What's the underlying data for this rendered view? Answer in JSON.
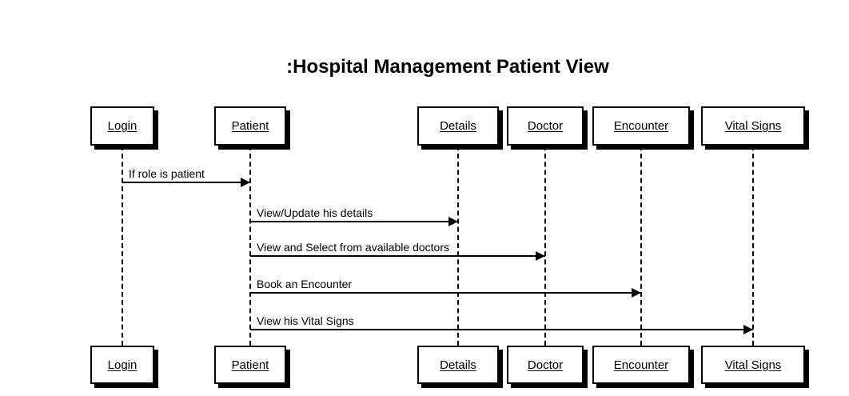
{
  "diagram": {
    "title": ":Hospital Management Patient View",
    "actors": [
      {
        "id": "login",
        "label": "Login"
      },
      {
        "id": "patient",
        "label": "Patient"
      },
      {
        "id": "details",
        "label": "Details"
      },
      {
        "id": "doctor",
        "label": "Doctor"
      },
      {
        "id": "encounter",
        "label": "Encounter"
      },
      {
        "id": "vital-signs",
        "label": "Vital Signs"
      }
    ],
    "messages": [
      {
        "label": "If role is patient",
        "from": "Login",
        "to": "Patient"
      },
      {
        "label": "View/Update his details",
        "from": "Patient",
        "to": "Details"
      },
      {
        "label": "View and Select from available doctors",
        "from": "Patient",
        "to": "Doctor"
      },
      {
        "label": "Book an Encounter",
        "from": "Patient",
        "to": "Encounter"
      },
      {
        "label": "View his Vital Signs",
        "from": "Patient",
        "to": "Vital Signs"
      }
    ],
    "colors": {
      "background": "#ffffff",
      "line": "#000000",
      "box_fill": "#ffffff",
      "box_shadow": "#000000",
      "text": "#000000"
    }
  }
}
